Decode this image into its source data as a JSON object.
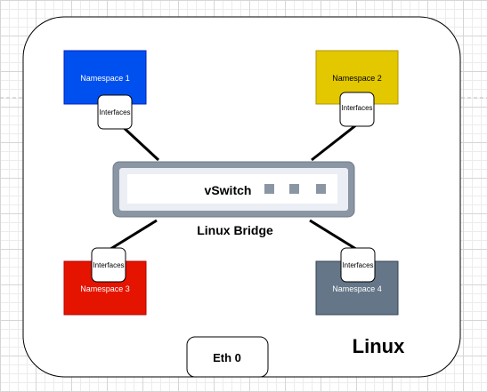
{
  "diagram": {
    "container_label": "Linux",
    "namespaces": [
      {
        "label": "Namespace 1",
        "color": "#0050ef",
        "text_color": "#ffffff",
        "interface_label": "Interfaces"
      },
      {
        "label": "Namespace 2",
        "color": "#e3c800",
        "text_color": "#000000",
        "interface_label": "Interfaces"
      },
      {
        "label": "Namespace 3",
        "color": "#e51400",
        "text_color": "#ffffff",
        "interface_label": "Interfaces"
      },
      {
        "label": "Namespace 4",
        "color": "#647687",
        "text_color": "#ffffff",
        "interface_label": "Interfaces"
      }
    ],
    "vswitch_label": "vSwitch",
    "bridge_label": "Linux Bridge",
    "eth_label": "Eth 0",
    "colors": {
      "switch_frame": "#8a96a3",
      "switch_inner": "#eceef5",
      "port": "#8a96a3",
      "container_border": "#000000"
    }
  }
}
